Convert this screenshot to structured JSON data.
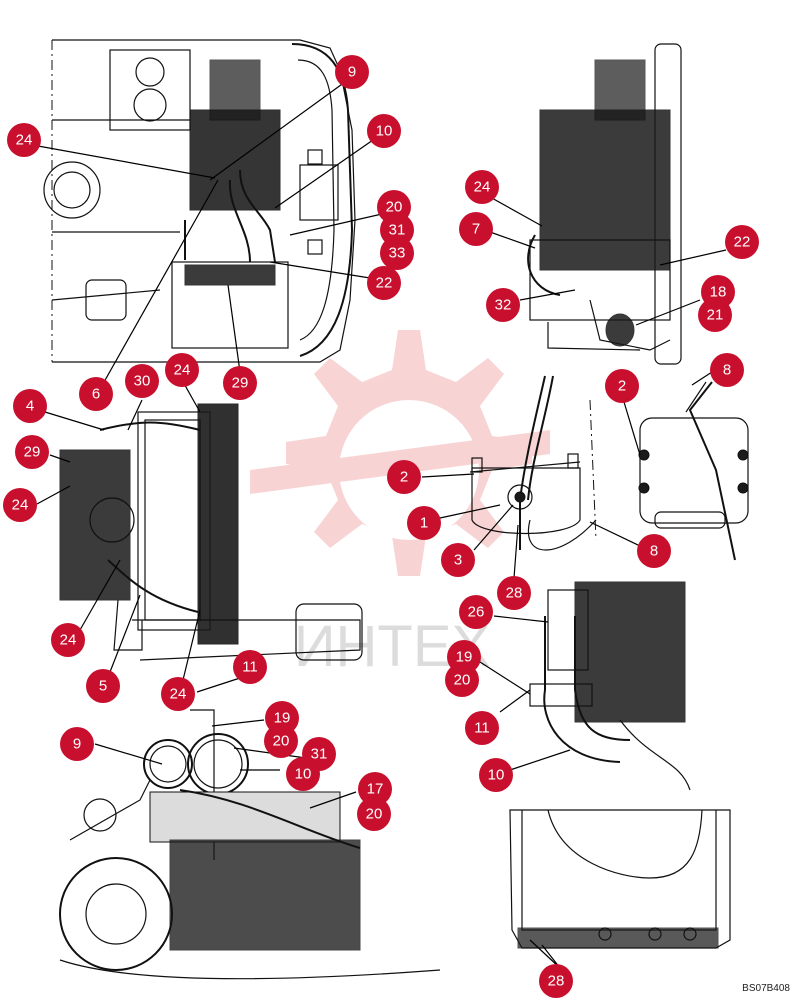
{
  "figure_code": "BS07B408",
  "watermark_text": "ИНТЕХ",
  "colors": {
    "callout": "#c8102e",
    "watermark": "#e23a3a"
  },
  "callouts": [
    {
      "label": "9"
    },
    {
      "label": "24"
    },
    {
      "label": "10"
    },
    {
      "label": "20"
    },
    {
      "label": "31"
    },
    {
      "label": "33"
    },
    {
      "label": "22"
    },
    {
      "label": "6"
    },
    {
      "label": "30"
    },
    {
      "label": "24"
    },
    {
      "label": "29"
    },
    {
      "label": "4"
    },
    {
      "label": "29"
    },
    {
      "label": "24"
    },
    {
      "label": "24"
    },
    {
      "label": "5"
    },
    {
      "label": "24"
    },
    {
      "label": "11"
    },
    {
      "label": "24"
    },
    {
      "label": "7"
    },
    {
      "label": "22"
    },
    {
      "label": "32"
    },
    {
      "label": "18"
    },
    {
      "label": "21"
    },
    {
      "label": "8"
    },
    {
      "label": "2"
    },
    {
      "label": "2"
    },
    {
      "label": "1"
    },
    {
      "label": "3"
    },
    {
      "label": "28"
    },
    {
      "label": "8"
    },
    {
      "label": "26"
    },
    {
      "label": "19"
    },
    {
      "label": "20"
    },
    {
      "label": "11"
    },
    {
      "label": "10"
    },
    {
      "label": "9"
    },
    {
      "label": "19"
    },
    {
      "label": "20"
    },
    {
      "label": "31"
    },
    {
      "label": "10"
    },
    {
      "label": "17"
    },
    {
      "label": "20"
    },
    {
      "label": "28"
    }
  ]
}
